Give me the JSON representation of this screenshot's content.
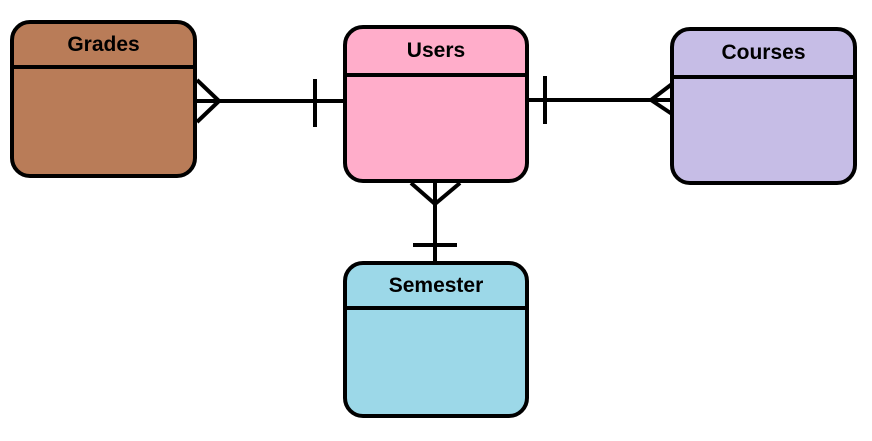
{
  "entities": {
    "grades": {
      "title": "Grades",
      "color": "#b97c58"
    },
    "users": {
      "title": "Users",
      "color": "#ffadca"
    },
    "courses": {
      "title": "Courses",
      "color": "#c6bde6"
    },
    "semester": {
      "title": "Semester",
      "color": "#9cd8e8"
    }
  },
  "relationships": [
    {
      "from": "users",
      "to": "grades",
      "from_end": "one",
      "to_end": "many"
    },
    {
      "from": "users",
      "to": "courses",
      "from_end": "one",
      "to_end": "many"
    },
    {
      "from": "users",
      "to": "semester",
      "from_end": "many",
      "to_end": "one"
    }
  ]
}
